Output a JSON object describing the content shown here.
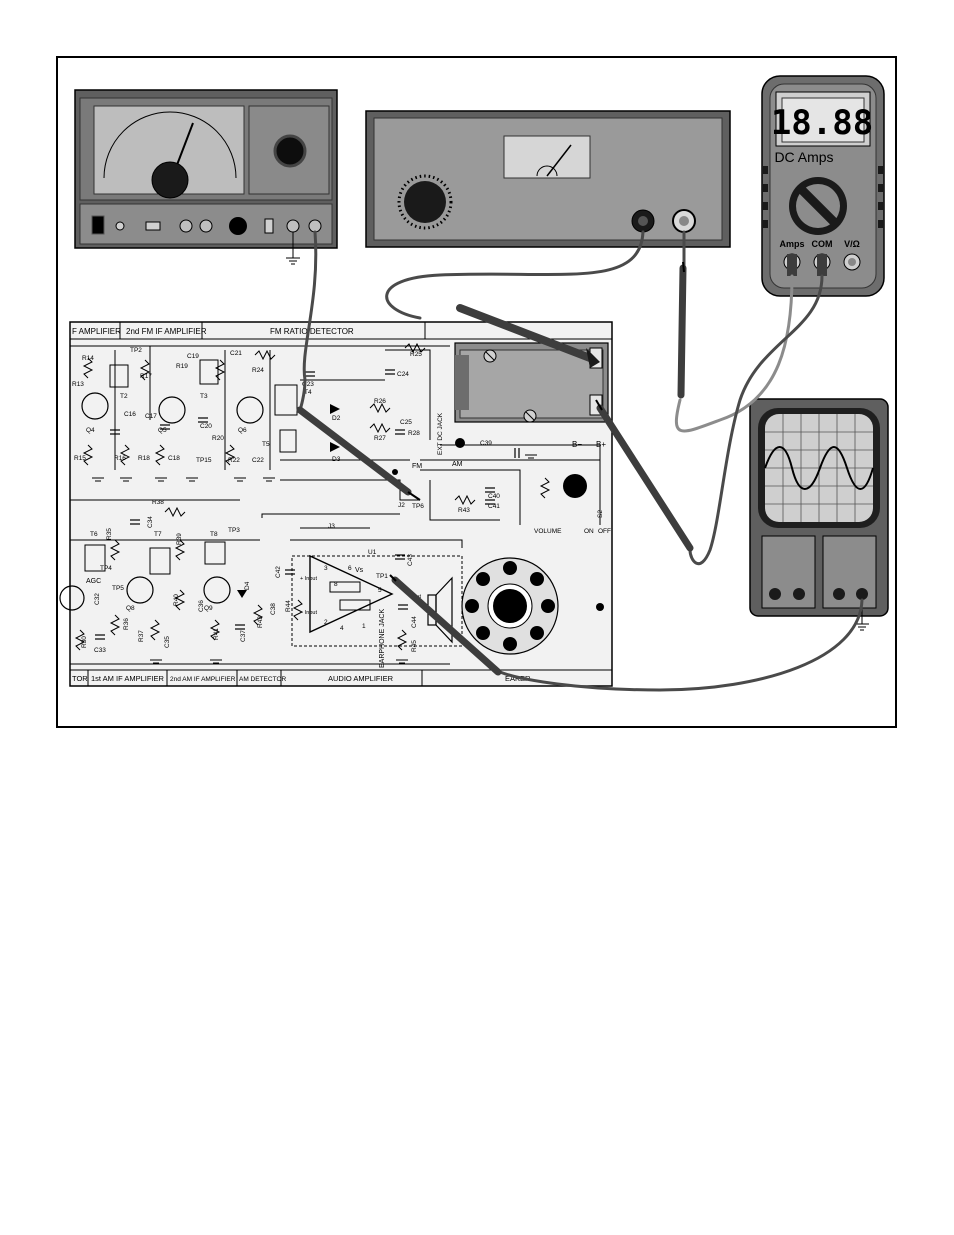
{
  "board": {
    "headers_top": [
      "F AMPLIFIER",
      "2nd FM IF AMPLIFIER",
      "FM RATIO DETECTOR"
    ],
    "headers_bottom": [
      "TOR",
      "1st AM IF AMPLIFIER",
      "2nd AM IF AMPLIFIER",
      "AM DETECTOR",
      "AUDIO AMPLIFIER",
      "EAKER"
    ],
    "labels": {
      "r14": "R14",
      "r13": "R13",
      "tp2": "TP2",
      "r17": "R17",
      "r19": "R19",
      "c19": "C19",
      "c21": "C21",
      "r24": "R24",
      "c23": "C23",
      "c24": "C24",
      "r25": "R25",
      "t4": "T4",
      "r26": "R26",
      "r27": "R27",
      "c25": "C25",
      "r28": "R28",
      "d2": "D2",
      "d3": "D3",
      "t5": "T5",
      "t2": "T2",
      "t3": "T3",
      "c16": "C16",
      "c17": "C17",
      "c20": "C20",
      "q4": "Q4",
      "q5": "Q5",
      "q6": "Q6",
      "r15": "R15",
      "r16": "R16",
      "r18": "R18",
      "c18": "C18",
      "r20": "R20",
      "r22": "R22",
      "c22": "C22",
      "tp15": "TP15",
      "ext_dc_jack": "EXT DC JACK",
      "c39": "C39",
      "b_minus": "B−",
      "b_plus": "B+",
      "fm": "FM",
      "am": "AM",
      "c40": "C40",
      "c41": "C41",
      "r43": "R43",
      "j2": "J2",
      "tp6": "TP6",
      "s2": "S2",
      "volume": "VOLUME",
      "on": "ON",
      "off": "OFF",
      "r38": "R38",
      "c34": "C34",
      "t6": "T6",
      "t7": "T7",
      "t8": "T8",
      "tp3": "TP3",
      "r35": "R35",
      "r39": "R39",
      "agc": "AGC",
      "tp4": "TP4",
      "tp5": "TP5",
      "q8": "Q8",
      "q9": "Q9",
      "d4": "D4",
      "c38": "C38",
      "r42": "R42",
      "r40": "R40",
      "c36": "C36",
      "r37": "R37",
      "c35": "C35",
      "r41": "R41",
      "c37": "C37",
      "r36": "R36",
      "c32": "C32",
      "r30": "R30",
      "c33": "C33",
      "j3": "J3",
      "u1": "U1",
      "c42": "C42",
      "r44": "R44",
      "input_plus": "+ Input",
      "input_minus": "− Input",
      "vs": "Vs",
      "c43": "C43",
      "tp1": "TP1",
      "vout": "Vout",
      "c44": "C44",
      "r45": "R45",
      "earphone_jack": "EARPHONE JACK",
      "pin3": "3",
      "pin2": "2",
      "pin4": "4",
      "pin5": "5",
      "pin6": "6",
      "pin8": "8",
      "pin1": "1"
    }
  },
  "multimeter": {
    "display_value": "18.88",
    "mode_label": "DC Amps",
    "jacks": [
      "Amps",
      "COM",
      "V/Ω"
    ]
  },
  "colors": {
    "panel_dark": "#5f5f5f",
    "panel_mid": "#8c8c8c",
    "panel_light": "#bdbdbd",
    "board_bg": "#f2f2f2",
    "wire": "#4a4a4a",
    "probe": "#3d3d3d"
  },
  "icons": {
    "ground": "ground-symbol-icon",
    "speaker": "speaker-icon",
    "sine": "sine-wave-icon"
  }
}
